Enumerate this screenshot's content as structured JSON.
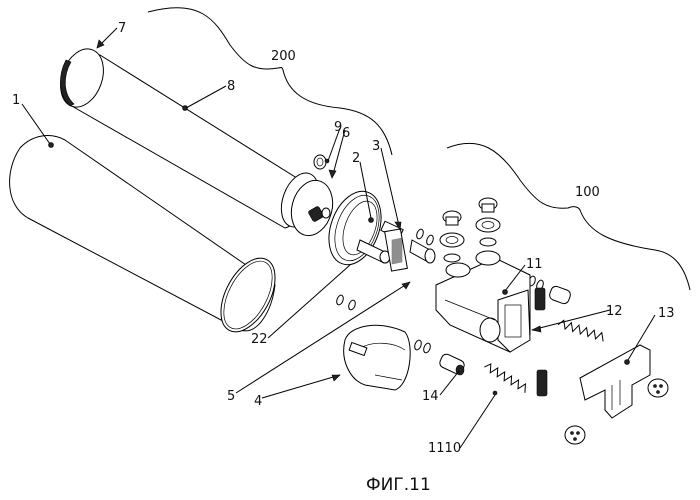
{
  "figure": {
    "caption": "ФИГ.11",
    "type": "exploded-view patent drawing",
    "colors": {
      "ink": "#000000",
      "background": "#ffffff"
    }
  },
  "assemblies": [
    {
      "id": "200",
      "label": "200"
    },
    {
      "id": "100",
      "label": "100"
    }
  ],
  "reference_labels": [
    {
      "id": "1",
      "label": "1",
      "part": "outer-housing-tube"
    },
    {
      "id": "2",
      "label": "2",
      "part": "cap-flange"
    },
    {
      "id": "3",
      "label": "3",
      "part": "valve-insert"
    },
    {
      "id": "4",
      "label": "4",
      "part": "ring-collar"
    },
    {
      "id": "5",
      "label": "5",
      "part": "seal-gasket"
    },
    {
      "id": "6",
      "label": "6",
      "part": "filter-end-cap"
    },
    {
      "id": "7",
      "label": "7",
      "part": "filter-end-seal"
    },
    {
      "id": "8",
      "label": "8",
      "part": "filter-cartridge"
    },
    {
      "id": "9",
      "label": "9",
      "part": "small-o-ring"
    },
    {
      "id": "11",
      "label": "11",
      "part": "valve-body"
    },
    {
      "id": "12",
      "label": "12",
      "part": "valve-body-outlet"
    },
    {
      "id": "13",
      "label": "13",
      "part": "mounting-bracket"
    },
    {
      "id": "14",
      "label": "14",
      "part": "plunger"
    },
    {
      "id": "22",
      "label": "22",
      "part": "cap-shaft"
    },
    {
      "id": "1110",
      "label": "1110",
      "part": "compression-spring"
    }
  ]
}
